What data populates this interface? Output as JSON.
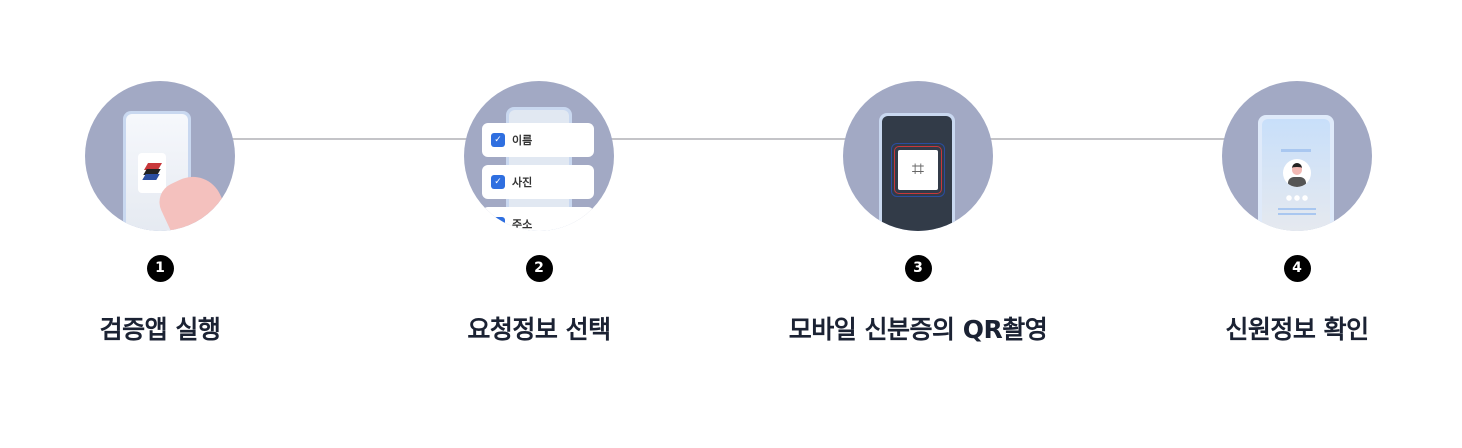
{
  "steps": [
    {
      "number": "1",
      "label": "검증앱 실행",
      "illustration": "phone-app-tap"
    },
    {
      "number": "2",
      "label": "요청정보 선택",
      "illustration": "checklist",
      "options": [
        "이름",
        "사진",
        "주소"
      ]
    },
    {
      "number": "3",
      "label": "모바일 신분증의 QR촬영",
      "illustration": "qr-scan"
    },
    {
      "number": "4",
      "label": "신원정보 확인",
      "illustration": "profile-verify"
    }
  ],
  "colors": {
    "circle_bg": "#a2a9c4",
    "badge": "#000000",
    "label": "#1b2233",
    "check": "#2f6fe0",
    "connector": "#c4c4c8"
  }
}
